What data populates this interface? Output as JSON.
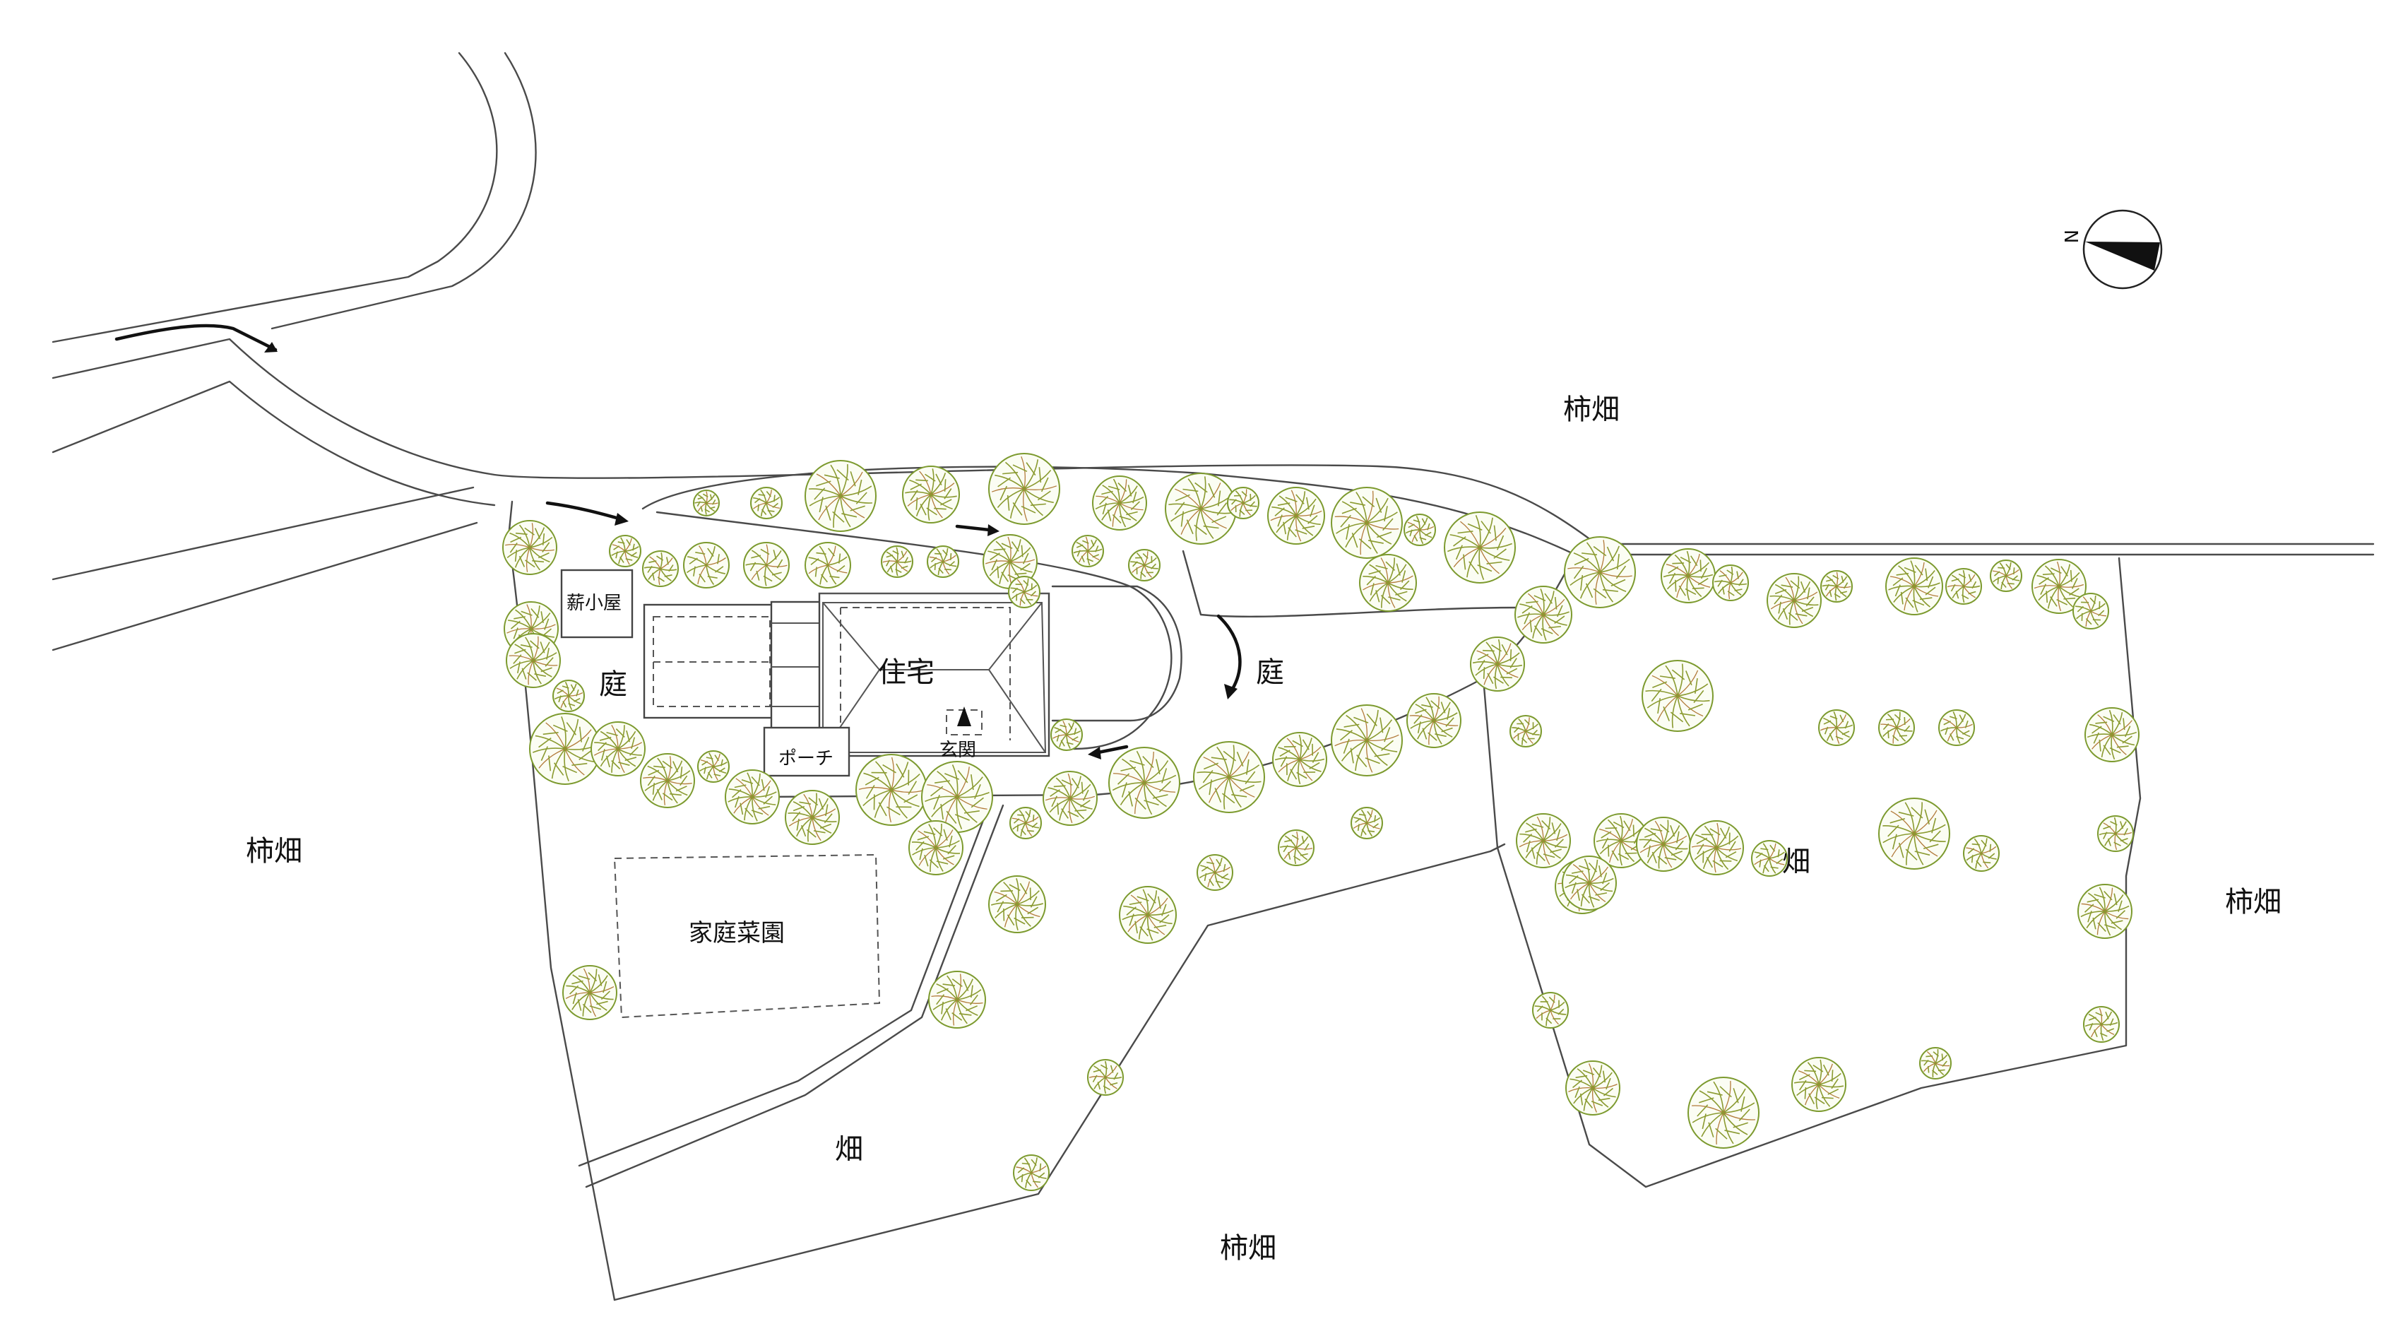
{
  "labels": {
    "persimmon_north": "柿畑",
    "persimmon_west": "柿畑",
    "persimmon_east": "柿畑",
    "persimmon_south": "柿畑",
    "field_center_south": "畑",
    "field_east": "畑",
    "garden_west": "庭",
    "garden_east": "庭",
    "firewood_shed": "薪小屋",
    "house": "住宅",
    "porch": "ポーチ",
    "entrance": "玄関",
    "kitchen_garden": "家庭菜園"
  },
  "compass": {
    "north_letter": "N"
  },
  "colors": {
    "line": "#4a4a4a",
    "tree_green": "#7c9a2e",
    "tree_brown": "#b27a3a",
    "arrow": "#111111"
  }
}
